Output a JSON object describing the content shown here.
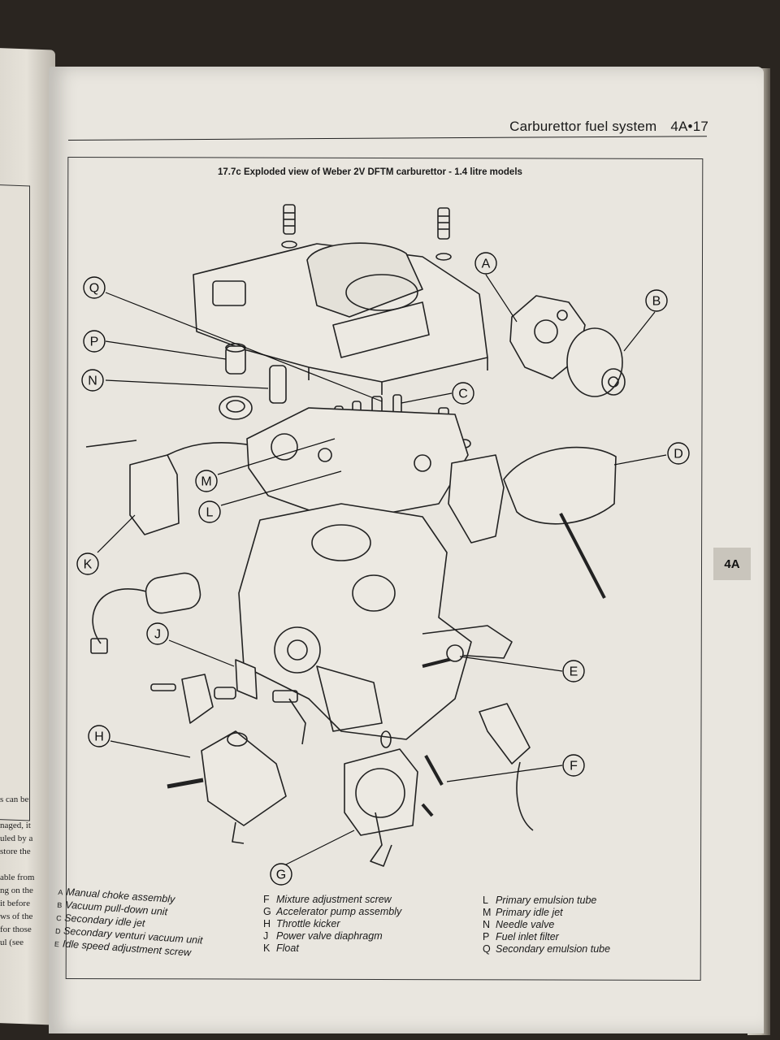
{
  "header": {
    "section_title": "Carburettor fuel system",
    "page_ref": "4A•17"
  },
  "side_tab": "4A",
  "figure": {
    "caption": "17.7c  Exploded view of Weber 2V DFTM carburettor - 1.4 litre models",
    "callouts": [
      "A",
      "B",
      "C",
      "D",
      "E",
      "F",
      "G",
      "H",
      "J",
      "K",
      "L",
      "M",
      "N",
      "P",
      "Q"
    ]
  },
  "legend": {
    "col1": [
      {
        "key": "A",
        "text": "Manual choke assembly"
      },
      {
        "key": "B",
        "text": "Vacuum pull-down unit"
      },
      {
        "key": "C",
        "text": "Secondary idle jet"
      },
      {
        "key": "D",
        "text": "Secondary venturi vacuum unit"
      },
      {
        "key": "E",
        "text": "Idle speed adjustment screw"
      }
    ],
    "col2": [
      {
        "key": "F",
        "text": "Mixture adjustment screw"
      },
      {
        "key": "G",
        "text": "Accelerator pump assembly"
      },
      {
        "key": "H",
        "text": "Throttle kicker"
      },
      {
        "key": "J",
        "text": "Power valve diaphragm"
      },
      {
        "key": "K",
        "text": "Float"
      }
    ],
    "col3": [
      {
        "key": "L",
        "text": "Primary emulsion tube"
      },
      {
        "key": "M",
        "text": "Primary idle jet"
      },
      {
        "key": "N",
        "text": "Needle valve"
      },
      {
        "key": "P",
        "text": "Fuel inlet filter"
      },
      {
        "key": "Q",
        "text": "Secondary emulsion tube"
      }
    ]
  },
  "left_page_fragments": [
    "s can be",
    "naged, it",
    "uled by a",
    "store the",
    "able from",
    "ng on the",
    "it before",
    "ws of the",
    "for those",
    "ul   (see"
  ]
}
